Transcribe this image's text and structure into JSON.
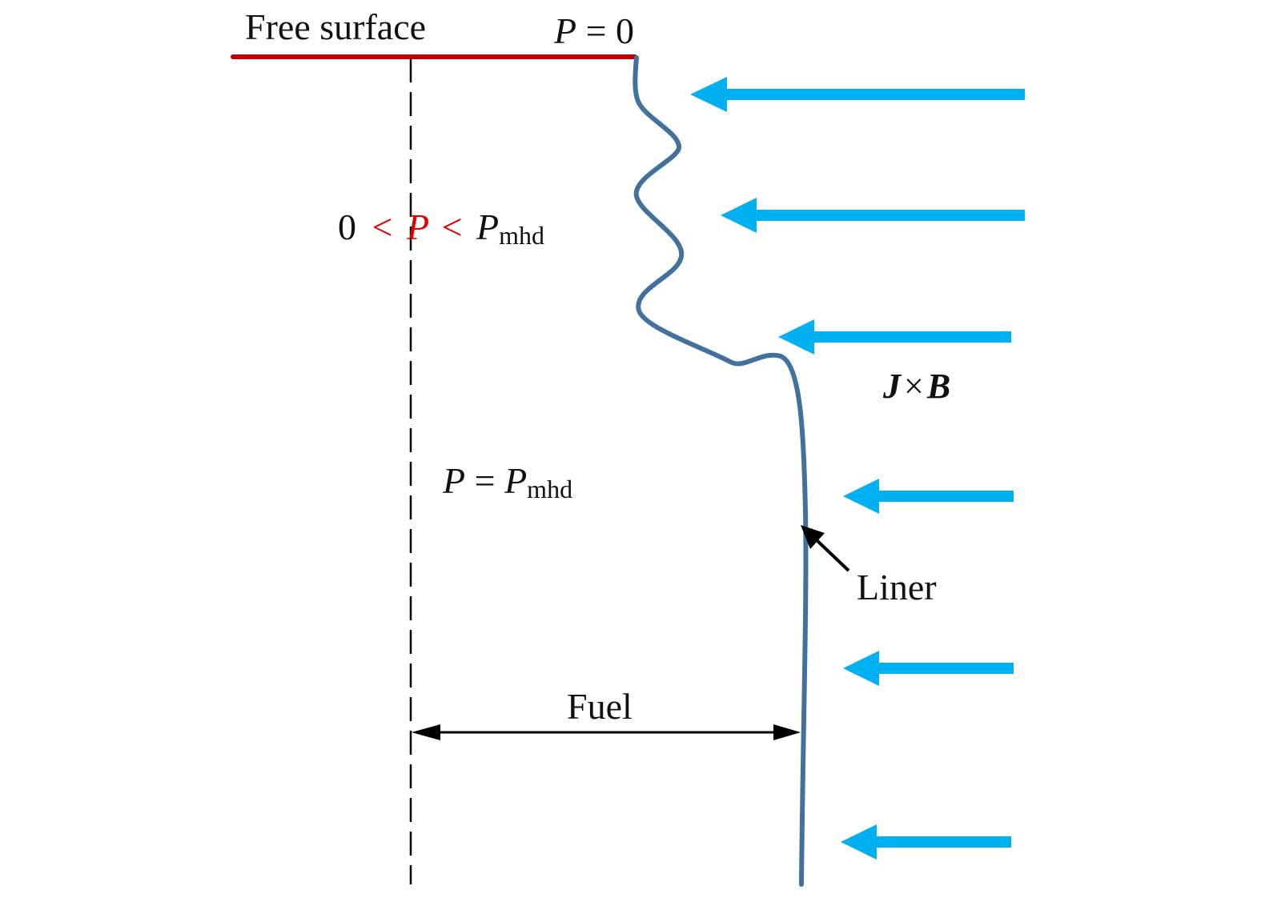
{
  "diagram": {
    "labels": {
      "free_surface": "Free surface",
      "p_zero": {
        "var": "P",
        "eq": " = 0"
      },
      "inequality": {
        "zero": "0",
        "lt1": "<",
        "var": "P",
        "lt2": "<",
        "rhs": "P",
        "sub": "mhd"
      },
      "p_equal": {
        "var": "P",
        "eq": " = ",
        "rhs": "P",
        "sub": "mhd"
      },
      "jxb": {
        "j": "J",
        "times": "×",
        "b": "B"
      },
      "liner": "Liner",
      "fuel": "Fuel"
    },
    "colors": {
      "free_surface_line": "#c00000",
      "liner_line": "#41719c",
      "force_arrow": "#00b0f0",
      "highlight_text": "#e00000",
      "text": "#111111"
    },
    "force_arrows_count": 6
  }
}
